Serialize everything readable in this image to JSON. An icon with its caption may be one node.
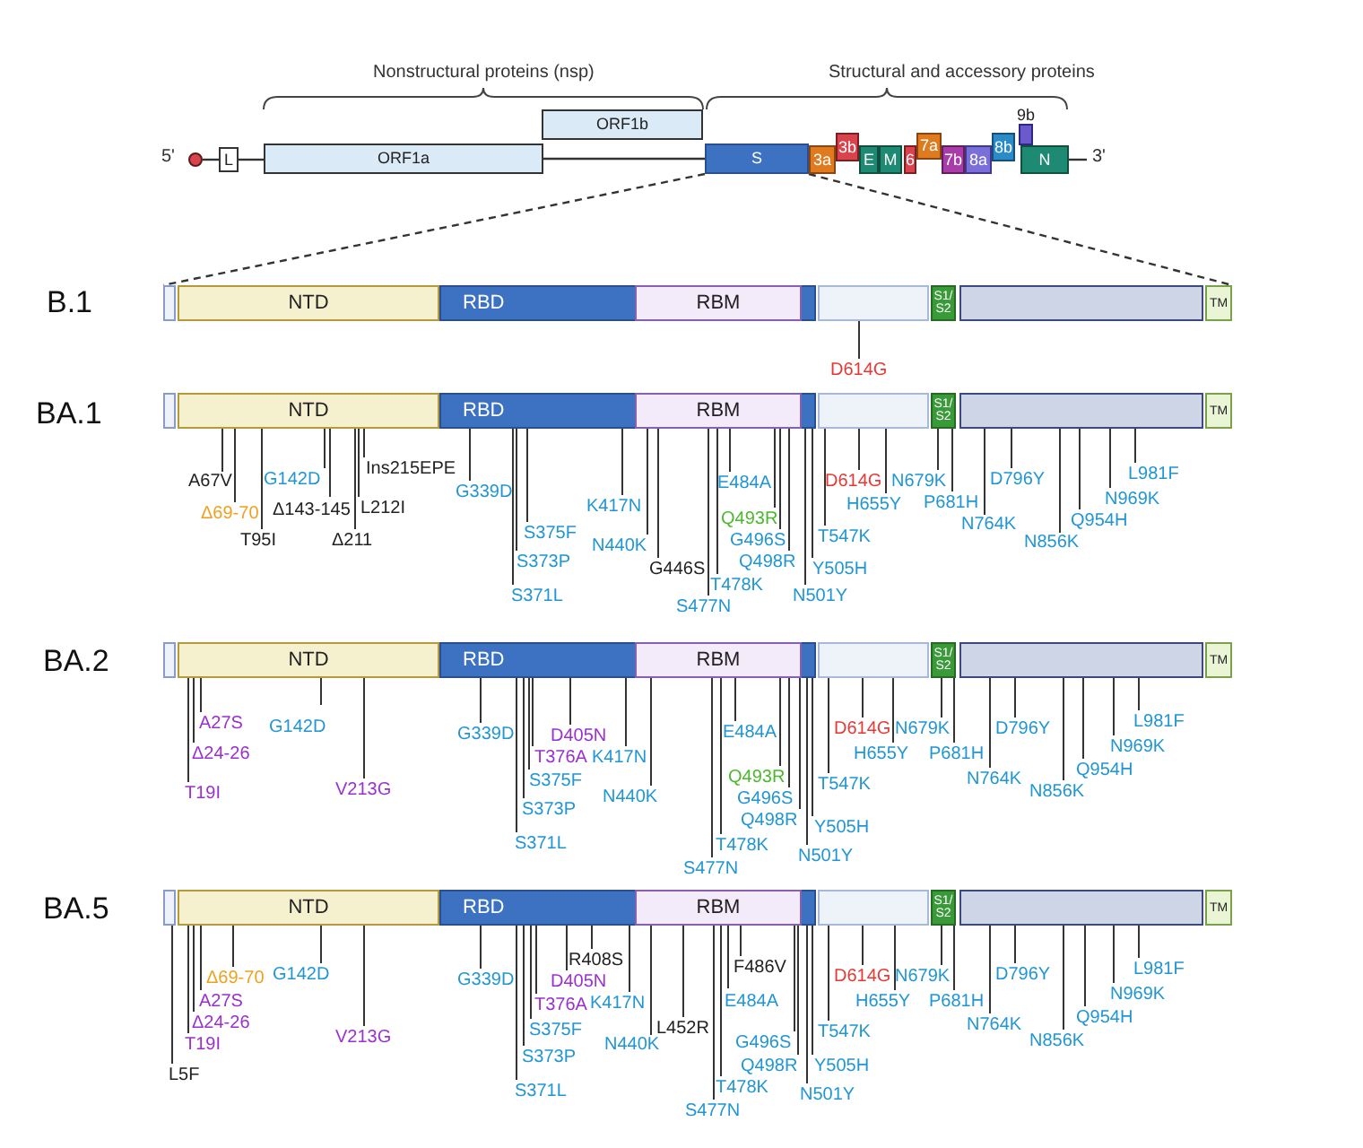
{
  "diagram": {
    "nodes": [
      {
        "text": [],
        "shape": "circle"
      },
      {
        "text": [
          "L"
        ]
      },
      {
        "text": [
          "ORF1a"
        ]
      },
      {
        "text": [
          "ORF1b"
        ]
      },
      {
        "text": [
          "S"
        ]
      },
      {
        "text": [
          "3a"
        ]
      },
      {
        "text": [
          "3b"
        ]
      },
      {
        "text": [
          "E"
        ]
      },
      {
        "text": [
          "M"
        ]
      },
      {
        "text": [
          "6"
        ]
      },
      {
        "text": [
          "7a"
        ]
      },
      {
        "text": [
          "7b"
        ]
      },
      {
        "text": [
          "8a"
        ]
      },
      {
        "text": [
          "8b"
        ]
      },
      {
        "text": [
          "9b"
        ]
      },
      {
        "text": [
          "N"
        ]
      },
      {
        "text": [],
        "shape": "box"
      },
      {
        "text": [
          "NTD"
        ]
      },
      {
        "text": [
          "RBD"
        ]
      },
      {
        "text": [
          "RBM"
        ],
        "in": 18
      },
      {
        "text": [],
        "shape": "box"
      },
      {
        "text": [
          "S1/ S2"
        ]
      },
      {
        "text": [],
        "shape": "box"
      },
      {
        "text": [
          "TM"
        ]
      },
      {
        "text": [],
        "shape": "box"
      },
      {
        "text": [
          "NTD"
        ]
      },
      {
        "text": [
          "RBD"
        ]
      },
      {
        "text": [
          "RBM"
        ],
        "in": 26
      },
      {
        "text": [],
        "shape": "box"
      },
      {
        "text": [
          "S1/ S2"
        ]
      },
      {
        "text": [],
        "shape": "box"
      },
      {
        "text": [
          "TM"
        ]
      },
      {
        "text": [],
        "shape": "box"
      },
      {
        "text": [
          "NTD"
        ]
      },
      {
        "text": [
          "RBD"
        ]
      },
      {
        "text": [
          "RBM"
        ],
        "in": 34
      },
      {
        "text": [],
        "shape": "box"
      },
      {
        "text": [
          "S1/ S2"
        ]
      },
      {
        "text": [],
        "shape": "box"
      },
      {
        "text": [
          "TM"
        ]
      },
      {
        "text": [],
        "shape": "box"
      },
      {
        "text": [
          "NTD"
        ]
      },
      {
        "text": [
          "RBD"
        ]
      },
      {
        "text": [
          "RBM"
        ],
        "in": 42
      },
      {
        "text": [],
        "shape": "box"
      },
      {
        "text": [
          "S1/ S2"
        ]
      },
      {
        "text": [],
        "shape": "box"
      },
      {
        "text": [
          "TM"
        ]
      },
      {
        "text": [
          "D614G"
        ]
      },
      {
        "text": [
          "A67V"
        ]
      },
      {
        "text": [
          "Δ69-70"
        ]
      },
      {
        "text": [
          "T95I"
        ]
      },
      {
        "text": [
          "G142D"
        ]
      },
      {
        "text": [
          "Δ143-145"
        ]
      },
      {
        "text": [
          "Δ211"
        ]
      },
      {
        "text": [
          "L212I"
        ]
      },
      {
        "text": [
          "Ins215EPE"
        ]
      },
      {
        "text": [
          "G339D"
        ]
      },
      {
        "text": [
          "S371L"
        ]
      },
      {
        "text": [
          "S373P"
        ]
      },
      {
        "text": [
          "S375F"
        ]
      },
      {
        "text": [
          "K417N"
        ]
      },
      {
        "text": [
          "N440K"
        ]
      },
      {
        "text": [
          "G446S"
        ]
      },
      {
        "text": [
          "S477N"
        ]
      },
      {
        "text": [
          "T478K"
        ]
      },
      {
        "text": [
          "E484A"
        ]
      },
      {
        "text": [
          "Q493R"
        ]
      },
      {
        "text": [
          "G496S"
        ]
      },
      {
        "text": [
          "Q498R"
        ]
      },
      {
        "text": [
          "N501Y"
        ]
      },
      {
        "text": [
          "Y505H"
        ]
      },
      {
        "text": [
          "T547K"
        ]
      },
      {
        "text": [
          "D614G"
        ]
      },
      {
        "text": [
          "H655Y"
        ]
      },
      {
        "text": [
          "N679K"
        ]
      },
      {
        "text": [
          "P681H"
        ]
      },
      {
        "text": [
          "N764K"
        ]
      },
      {
        "text": [
          "D796Y"
        ]
      },
      {
        "text": [
          "N856K"
        ]
      },
      {
        "text": [
          "Q954H"
        ]
      },
      {
        "text": [
          "N969K"
        ]
      },
      {
        "text": [
          "L981F"
        ]
      },
      {
        "text": [
          "T19I"
        ]
      },
      {
        "text": [
          "Δ24-26"
        ]
      },
      {
        "text": [
          "A27S"
        ]
      },
      {
        "text": [
          "G142D"
        ]
      },
      {
        "text": [
          "V213G"
        ]
      },
      {
        "text": [
          "G339D"
        ]
      },
      {
        "text": [
          "S371L"
        ]
      },
      {
        "text": [
          "S373P"
        ]
      },
      {
        "text": [
          "S375F"
        ]
      },
      {
        "text": [
          "T376A"
        ]
      },
      {
        "text": [
          "D405N"
        ]
      },
      {
        "text": [
          "K417N"
        ]
      },
      {
        "text": [
          "N440K"
        ]
      },
      {
        "text": [
          "S477N"
        ]
      },
      {
        "text": [
          "T478K"
        ]
      },
      {
        "text": [
          "E484A"
        ]
      },
      {
        "text": [
          "Q493R"
        ]
      },
      {
        "text": [
          "G496S"
        ]
      },
      {
        "text": [
          "Q498R"
        ]
      },
      {
        "text": [
          "N501Y"
        ]
      },
      {
        "text": [
          "Y505H"
        ]
      },
      {
        "text": [
          "T547K"
        ]
      },
      {
        "text": [
          "D614G"
        ]
      },
      {
        "text": [
          "H655Y"
        ]
      },
      {
        "text": [
          "N679K"
        ]
      },
      {
        "text": [
          "P681H"
        ]
      },
      {
        "text": [
          "N764K"
        ]
      },
      {
        "text": [
          "D796Y"
        ]
      },
      {
        "text": [
          "N856K"
        ]
      },
      {
        "text": [
          "Q954H"
        ]
      },
      {
        "text": [
          "N969K"
        ]
      },
      {
        "text": [
          "L981F"
        ]
      },
      {
        "text": [
          "L5F"
        ]
      },
      {
        "text": [
          "T19I"
        ]
      },
      {
        "text": [
          "Δ24-26"
        ]
      },
      {
        "text": [
          "A27S"
        ]
      },
      {
        "text": [
          "Δ69-70"
        ]
      },
      {
        "text": [
          "G142D"
        ]
      },
      {
        "text": [
          "V213G"
        ]
      },
      {
        "text": [
          "G339D"
        ]
      },
      {
        "text": [
          "S371L"
        ]
      },
      {
        "text": [
          "S373P"
        ]
      },
      {
        "text": [
          "S375F"
        ]
      },
      {
        "text": [
          "T376A"
        ]
      },
      {
        "text": [
          "D405N"
        ]
      },
      {
        "text": [
          "R408S"
        ]
      },
      {
        "text": [
          "K417N"
        ]
      },
      {
        "text": [
          "N440K"
        ]
      },
      {
        "text": [
          "L452R"
        ]
      },
      {
        "text": [
          "S477N"
        ]
      },
      {
        "text": [
          "T478K"
        ]
      },
      {
        "text": [
          "E484A"
        ]
      },
      {
        "text": [
          "F486V"
        ]
      },
      {
        "text": [
          "G496S"
        ]
      },
      {
        "text": [
          "Q498R"
        ]
      },
      {
        "text": [
          "N501Y"
        ]
      },
      {
        "text": [
          "Y505H"
        ]
      },
      {
        "text": [
          "T547K"
        ]
      },
      {
        "text": [
          "D614G"
        ]
      },
      {
        "text": [
          "H655Y"
        ]
      },
      {
        "text": [
          "N679K"
        ]
      },
      {
        "text": [
          "P681H"
        ]
      },
      {
        "text": [
          "N764K"
        ]
      },
      {
        "text": [
          "D796Y"
        ]
      },
      {
        "text": [
          "N856K"
        ]
      },
      {
        "text": [
          "Q954H"
        ]
      },
      {
        "text": [
          "N969K"
        ]
      },
      {
        "text": [
          "L981F"
        ]
      }
    ],
    "edges": [
      {
        "from": 0,
        "to": 1,
        "arrow": "none"
      },
      {
        "from": 1,
        "to": 2,
        "arrow": "none"
      },
      {
        "from": 2,
        "to": 4,
        "arrow": "none"
      },
      {
        "from": 4,
        "to": 16,
        "arrow": "none",
        "style": "dashed"
      },
      {
        "from": 4,
        "to": 23,
        "arrow": "none",
        "style": "dashed"
      },
      {
        "from": 48,
        "to": 20,
        "arrow": "none"
      },
      {
        "from": 49,
        "to": 25,
        "arrow": "none"
      },
      {
        "from": 50,
        "to": 25,
        "arrow": "none"
      },
      {
        "from": 51,
        "to": 25,
        "arrow": "none"
      },
      {
        "from": 52,
        "to": 25,
        "arrow": "none"
      },
      {
        "from": 53,
        "to": 25,
        "arrow": "none"
      },
      {
        "from": 54,
        "to": 25,
        "arrow": "none"
      },
      {
        "from": 55,
        "to": 25,
        "arrow": "none"
      },
      {
        "from": 56,
        "to": 25,
        "arrow": "none"
      },
      {
        "from": 57,
        "to": 26,
        "arrow": "none"
      },
      {
        "from": 58,
        "to": 26,
        "arrow": "none"
      },
      {
        "from": 59,
        "to": 26,
        "arrow": "none"
      },
      {
        "from": 60,
        "to": 26,
        "arrow": "none"
      },
      {
        "from": 61,
        "to": 26,
        "arrow": "none"
      },
      {
        "from": 62,
        "to": 27,
        "arrow": "none"
      },
      {
        "from": 63,
        "to": 27,
        "arrow": "none"
      },
      {
        "from": 64,
        "to": 27,
        "arrow": "none"
      },
      {
        "from": 65,
        "to": 27,
        "arrow": "none"
      },
      {
        "from": 66,
        "to": 27,
        "arrow": "none"
      },
      {
        "from": 67,
        "to": 27,
        "arrow": "none"
      },
      {
        "from": 68,
        "to": 27,
        "arrow": "none"
      },
      {
        "from": 69,
        "to": 27,
        "arrow": "none"
      },
      {
        "from": 70,
        "to": 26,
        "arrow": "none"
      },
      {
        "from": 71,
        "to": 26,
        "arrow": "none"
      },
      {
        "from": 72,
        "to": 28,
        "arrow": "none"
      },
      {
        "from": 73,
        "to": 28,
        "arrow": "none"
      },
      {
        "from": 74,
        "to": 28,
        "arrow": "none"
      },
      {
        "from": 75,
        "to": 29,
        "arrow": "none"
      },
      {
        "from": 76,
        "to": 29,
        "arrow": "none"
      },
      {
        "from": 77,
        "to": 30,
        "arrow": "none"
      },
      {
        "from": 78,
        "to": 30,
        "arrow": "none"
      },
      {
        "from": 79,
        "to": 30,
        "arrow": "none"
      },
      {
        "from": 80,
        "to": 30,
        "arrow": "none"
      },
      {
        "from": 81,
        "to": 30,
        "arrow": "none"
      },
      {
        "from": 82,
        "to": 30,
        "arrow": "none"
      },
      {
        "from": 83,
        "to": 33,
        "arrow": "none"
      },
      {
        "from": 84,
        "to": 33,
        "arrow": "none"
      },
      {
        "from": 85,
        "to": 33,
        "arrow": "none"
      },
      {
        "from": 86,
        "to": 33,
        "arrow": "none"
      },
      {
        "from": 87,
        "to": 33,
        "arrow": "none"
      },
      {
        "from": 88,
        "to": 34,
        "arrow": "none"
      },
      {
        "from": 89,
        "to": 34,
        "arrow": "none"
      },
      {
        "from": 90,
        "to": 34,
        "arrow": "none"
      },
      {
        "from": 91,
        "to": 34,
        "arrow": "none"
      },
      {
        "from": 92,
        "to": 34,
        "arrow": "none"
      },
      {
        "from": 93,
        "to": 34,
        "arrow": "none"
      },
      {
        "from": 94,
        "to": 34,
        "arrow": "none"
      },
      {
        "from": 95,
        "to": 35,
        "arrow": "none"
      },
      {
        "from": 96,
        "to": 35,
        "arrow": "none"
      },
      {
        "from": 97,
        "to": 35,
        "arrow": "none"
      },
      {
        "from": 98,
        "to": 35,
        "arrow": "none"
      },
      {
        "from": 99,
        "to": 35,
        "arrow": "none"
      },
      {
        "from": 100,
        "to": 35,
        "arrow": "none"
      },
      {
        "from": 101,
        "to": 35,
        "arrow": "none"
      },
      {
        "from": 102,
        "to": 34,
        "arrow": "none"
      },
      {
        "from": 103,
        "to": 34,
        "arrow": "none"
      },
      {
        "from": 104,
        "to": 36,
        "arrow": "none"
      },
      {
        "from": 105,
        "to": 36,
        "arrow": "none"
      },
      {
        "from": 106,
        "to": 36,
        "arrow": "none"
      },
      {
        "from": 107,
        "to": 37,
        "arrow": "none"
      },
      {
        "from": 108,
        "to": 37,
        "arrow": "none"
      },
      {
        "from": 109,
        "to": 38,
        "arrow": "none"
      },
      {
        "from": 110,
        "to": 38,
        "arrow": "none"
      },
      {
        "from": 111,
        "to": 38,
        "arrow": "none"
      },
      {
        "from": 112,
        "to": 38,
        "arrow": "none"
      },
      {
        "from": 113,
        "to": 38,
        "arrow": "none"
      },
      {
        "from": 114,
        "to": 38,
        "arrow": "none"
      },
      {
        "from": 115,
        "to": 40,
        "arrow": "none"
      },
      {
        "from": 116,
        "to": 41,
        "arrow": "none"
      },
      {
        "from": 117,
        "to": 41,
        "arrow": "none"
      },
      {
        "from": 118,
        "to": 41,
        "arrow": "none"
      },
      {
        "from": 119,
        "to": 41,
        "arrow": "none"
      },
      {
        "from": 120,
        "to": 41,
        "arrow": "none"
      },
      {
        "from": 121,
        "to": 41,
        "arrow": "none"
      },
      {
        "from": 122,
        "to": 42,
        "arrow": "none"
      },
      {
        "from": 123,
        "to": 42,
        "arrow": "none"
      },
      {
        "from": 124,
        "to": 42,
        "arrow": "none"
      },
      {
        "from": 125,
        "to": 42,
        "arrow": "none"
      },
      {
        "from": 126,
        "to": 42,
        "arrow": "none"
      },
      {
        "from": 127,
        "to": 42,
        "arrow": "none"
      },
      {
        "from": 128,
        "to": 42,
        "arrow": "none"
      },
      {
        "from": 129,
        "to": 42,
        "arrow": "none"
      },
      {
        "from": 130,
        "to": 43,
        "arrow": "none"
      },
      {
        "from": 131,
        "to": 43,
        "arrow": "none"
      },
      {
        "from": 132,
        "to": 43,
        "arrow": "none"
      },
      {
        "from": 133,
        "to": 43,
        "arrow": "none"
      },
      {
        "from": 134,
        "to": 43,
        "arrow": "none"
      },
      {
        "from": 135,
        "to": 43,
        "arrow": "none"
      },
      {
        "from": 136,
        "to": 43,
        "arrow": "none"
      },
      {
        "from": 137,
        "to": 43,
        "arrow": "none"
      },
      {
        "from": 138,
        "to": 42,
        "arrow": "none"
      },
      {
        "from": 139,
        "to": 42,
        "arrow": "none"
      },
      {
        "from": 140,
        "to": 44,
        "arrow": "none"
      },
      {
        "from": 141,
        "to": 44,
        "arrow": "none"
      },
      {
        "from": 142,
        "to": 44,
        "arrow": "none"
      },
      {
        "from": 143,
        "to": 45,
        "arrow": "none"
      },
      {
        "from": 144,
        "to": 45,
        "arrow": "none"
      },
      {
        "from": 145,
        "to": 46,
        "arrow": "none"
      },
      {
        "from": 146,
        "to": 46,
        "arrow": "none"
      },
      {
        "from": 147,
        "to": 46,
        "arrow": "none"
      },
      {
        "from": 148,
        "to": 46,
        "arrow": "none"
      },
      {
        "from": 149,
        "to": 46,
        "arrow": "none"
      },
      {
        "from": 150,
        "to": 46,
        "arrow": "none"
      }
    ],
    "labels": [
      "Nonstructural proteins (nsp)",
      "Structural and accessory proteins",
      "5'",
      "3'",
      "B.1",
      "BA.1",
      "BA.2",
      "BA.5"
    ]
  }
}
